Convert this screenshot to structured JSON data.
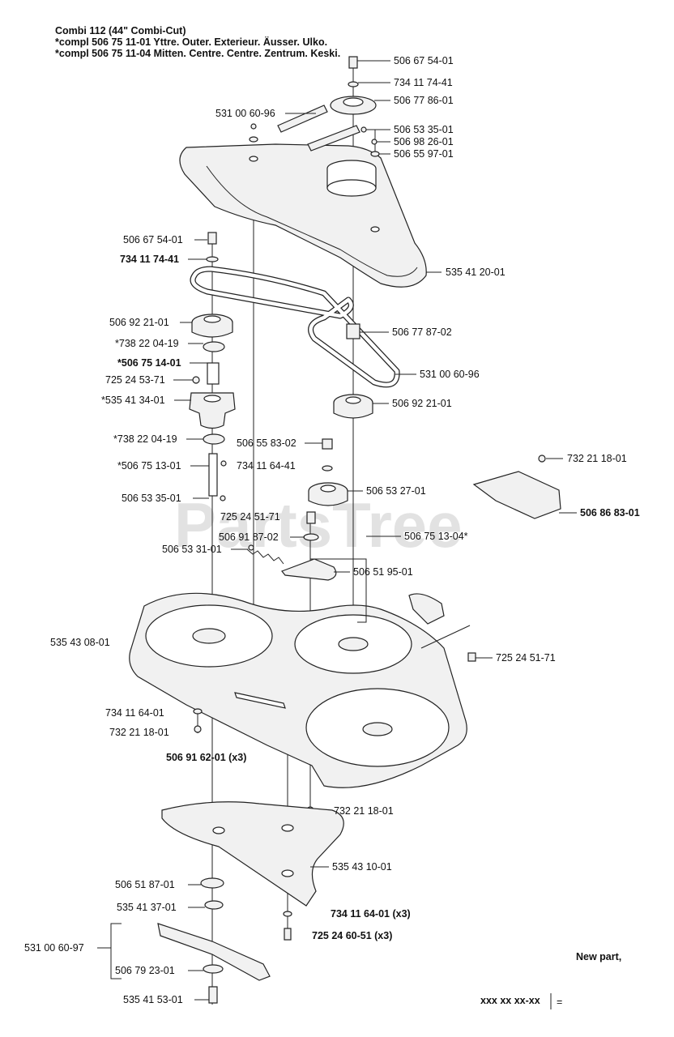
{
  "header": {
    "title": "Combi 112 (44\" Combi-Cut)",
    "line2": "*compl 506 75 11-01  Yttre. Outer. Exterieur. Äusser. Ulko.",
    "line3": "*compl 506 75 11-04  Mitten. Centre. Centre. Zentrum. Keski."
  },
  "watermark": "PartsTree",
  "labels": {
    "p506_67_54_01_top": "506 67 54-01",
    "p734_11_74_41_top": "734 11 74-41",
    "p506_77_86_01": "506 77 86-01",
    "p531_00_60_96_top": "531 00 60-96",
    "p506_53_35_01_top": "506 53 35-01",
    "p506_98_26_01": "506 98 26-01",
    "p506_55_97_01": "506 55 97-01",
    "p535_41_20_01": "535 41 20-01",
    "p506_67_54_01_left": "506 67 54-01",
    "p734_11_74_41_left": "734 11 74-41",
    "p506_92_21_01_left": "506 92 21-01",
    "p738_22_04_19_a": "*738 22 04-19",
    "p506_75_14_01": "*506 75 14-01",
    "p725_24_53_71": "725 24 53-71",
    "p535_41_34_01": "*535 41 34-01",
    "p738_22_04_19_b": "*738 22 04-19",
    "p506_75_13_01": "*506 75 13-01",
    "p506_53_35_01_left": "506 53 35-01",
    "p506_77_87_02": "506 77 87-02",
    "p531_00_60_96_right": "531 00 60-96",
    "p506_92_21_01_right": "506 92 21-01",
    "p506_55_83_02": "506 55 83-02",
    "p734_11_64_41": "734 11 64-41",
    "p506_53_27_01": "506 53 27-01",
    "p725_24_51_71_mid": "725 24 51-71",
    "p506_91_87_02": "506 91 87-02",
    "p506_75_13_04": "506 75 13-04*",
    "p506_53_31_01": "506 53 31-01",
    "p506_51_95_01": "506 51 95-01",
    "p732_21_18_01_right": "732 21 18-01",
    "p506_86_83_01": "506 86 83-01",
    "p535_43_08_01": "535 43 08-01",
    "p725_24_51_71_right": "725 24 51-71",
    "p734_11_64_01_left": "734 11 64-01",
    "p732_21_18_01_left": "732 21 18-01",
    "p506_91_62_01": "506 91 62-01 (x3)",
    "p732_21_18_01_bottom": "732 21 18-01",
    "p535_43_10_01": "535 43 10-01",
    "p506_51_87_01": "506 51 87-01",
    "p535_41_37_01": "535 41 37-01",
    "p734_11_64_01_bottom": "734 11 64-01 (x3)",
    "p725_24_60_51": "725 24 60-51 (x3)",
    "p531_00_60_97": "531 00 60-97",
    "p506_79_23_01": "506 79 23-01",
    "p535_41_53_01": "535 41 53-01"
  },
  "footer": {
    "new_part": "New part,",
    "legend_code": "xxx xx xx-xx",
    "legend_eq": "="
  }
}
